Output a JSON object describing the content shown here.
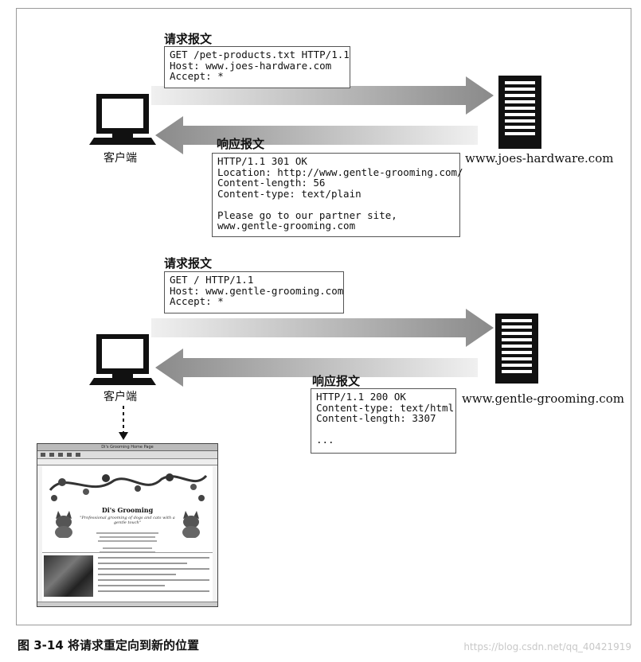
{
  "top": {
    "request_title": "请求报文",
    "request_lines": [
      "GET /pet-products.txt HTTP/1.1",
      "Host: www.joes-hardware.com",
      "Accept: *"
    ],
    "response_title": "响应报文",
    "response_lines": [
      "HTTP/1.1 301 OK",
      "Location: http://www.gentle-grooming.com/",
      "Content-length: 56",
      "Content-type: text/plain",
      "",
      "Please go to our partner site,",
      "www.gentle-grooming.com"
    ],
    "client_label": "客户端",
    "server_label": "www.joes-hardware.com"
  },
  "bottom": {
    "request_title": "请求报文",
    "request_lines": [
      "GET / HTTP/1.1",
      "Host: www.gentle-grooming.com",
      "Accept: *"
    ],
    "response_title": "响应报文",
    "response_lines": [
      "HTTP/1.1 200 OK",
      "Content-type: text/html",
      "Content-length: 3307",
      "",
      "..."
    ],
    "client_label": "客户端",
    "server_label": "www.gentle-grooming.com"
  },
  "browser": {
    "window_title": "Di's Grooming Home Page",
    "site_name": "Di's Grooming",
    "tagline": "\"Professional grooming of dogs and cats with a gentle touch\""
  },
  "caption": "图 3-14   将请求重定向到新的位置",
  "watermark": "https://blog.csdn.net/qq_40421919",
  "colors": {
    "arrow_dark": "#8f8f8f",
    "arrow_light": "#e6e6e6",
    "frame_border": "#9a9a9a",
    "watermark": "#c8c8c8"
  }
}
